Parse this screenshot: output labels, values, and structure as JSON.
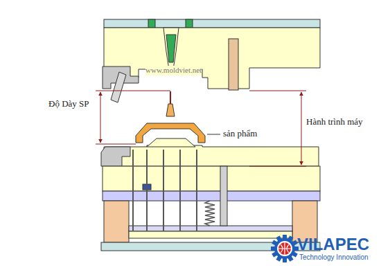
{
  "diagram": {
    "labels": [
      "www.moldviet.net",
      "Độ Dày SP",
      "sản phẩm",
      "Hành trình máy",
      "VILAPEC",
      "Technology Innovation"
    ]
  }
}
